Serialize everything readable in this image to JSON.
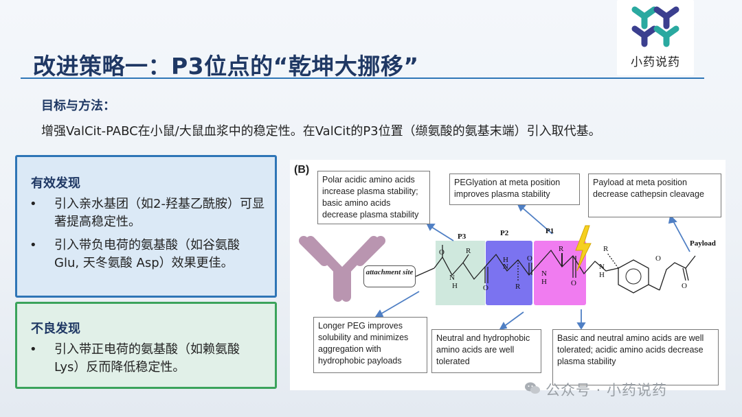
{
  "slide": {
    "title": "改进策略一：P3位点的“乾坤大挪移”",
    "logo_text": "小药说药",
    "subheading": "目标与方法：",
    "intro": "增强ValCit-PABC在小鼠/大鼠血浆中的稳定性。在ValCit的P3位置（缬氨酸的氨基末端）引入取代基。",
    "effective": {
      "heading": "有效发现",
      "items": [
        "引入亲水基团（如2-羟基乙酰胺）可显著提高稳定性。",
        "引入带负电荷的氨基酸（如谷氨酸 Glu, 天冬氨酸 Asp）效果更佳。"
      ]
    },
    "adverse": {
      "heading": "不良发现",
      "items": [
        "引入带正电荷的氨基酸（如赖氨酸 Lys）反而降低稳定性。"
      ]
    },
    "bullet_glyph": "•"
  },
  "figure": {
    "label": "(B)",
    "attachment_site": "attachment site",
    "positions": {
      "p3": "P3",
      "p2": "P2",
      "p1": "P1"
    },
    "atoms": {
      "r": "R",
      "n": "N",
      "h": "H",
      "o": "O"
    },
    "payload": "Payload",
    "annotations": {
      "polar_acidic": "Polar acidic amino acids increase plasma stability; basic amino acids decrease plasma stability",
      "pegylation": "PEGlyation at meta position improves plasma stability",
      "payload_meta": "Payload at meta position decrease cathepsin cleavage",
      "longer_peg": "Longer PEG improves solubility and minimizes aggregation with hydrophobic payloads",
      "neutral_hydrophobic": "Neutral and hydrophobic amino acids are well tolerated",
      "basic_neutral": "Basic and neutral amino acids are well tolerated; acidic amino acids decrease plasma stability"
    },
    "colors": {
      "p3": "#cfe8dd",
      "p2": "#7b73f0",
      "p1": "#f07cf0",
      "antibody": "#c9a6bf",
      "arrow": "#4f7fc4",
      "lightning": "#f5d020"
    }
  },
  "watermark": {
    "text": "公众号 · 小药说药",
    "icon": "wechat-icon"
  },
  "theme": {
    "title_color": "#1f3864",
    "accent": "#2e75b6",
    "green": "#3aa35b"
  }
}
